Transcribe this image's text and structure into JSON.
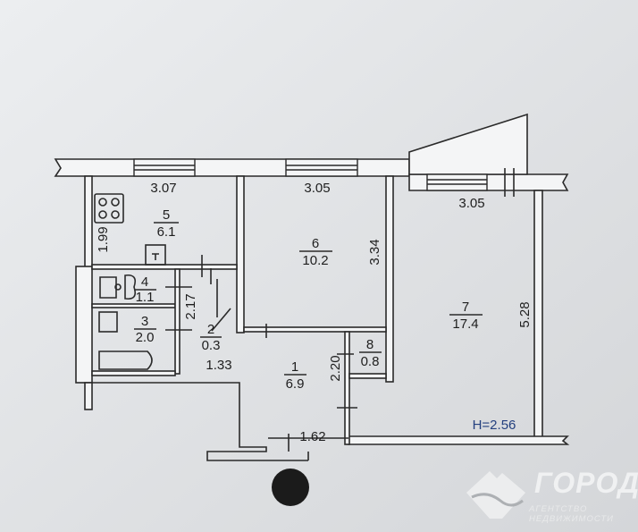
{
  "rooms": [
    {
      "number": "1",
      "area": "6.9"
    },
    {
      "number": "2",
      "area": "0.3"
    },
    {
      "number": "3",
      "area": "2.0"
    },
    {
      "number": "4",
      "area": "1.1"
    },
    {
      "number": "5",
      "area": "6.1"
    },
    {
      "number": "6",
      "area": "10.2"
    },
    {
      "number": "7",
      "area": "17.4"
    },
    {
      "number": "8",
      "area": "0.8"
    }
  ],
  "dimensions": {
    "kitchen_width": "3.07",
    "kitchen_depth": "1.99",
    "room6_width": "3.05",
    "room6_depth": "3.34",
    "room7_width": "3.05",
    "room7_depth": "5.28",
    "bath_depth": "2.17",
    "corridor_width": "1.33",
    "hall_depth": "2.20",
    "hall_width": "1.62"
  },
  "ceiling_height": "H=2.56",
  "logo": {
    "name": "ГОРОД",
    "line1": "АГЕНТСТВО",
    "line2": "НЕДВИЖИМОСТИ"
  }
}
